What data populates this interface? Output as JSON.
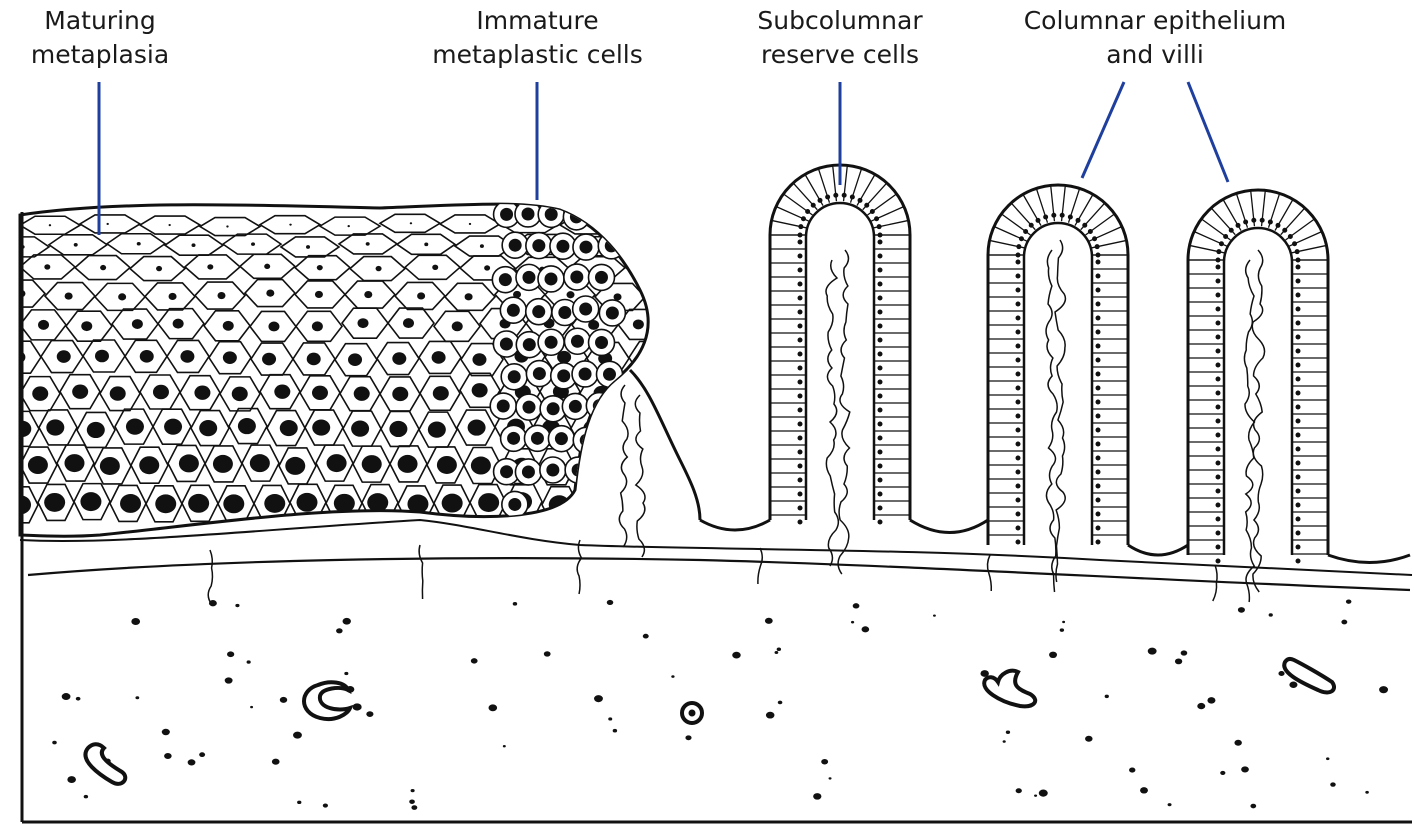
{
  "labels": {
    "maturing": [
      "Maturing",
      "metaplasia"
    ],
    "immature": [
      "Immature",
      "metaplastic cells"
    ],
    "subcolumnar": [
      "Subcolumnar",
      "reserve cells"
    ],
    "columnar": [
      "Columnar epithelium",
      "and villi"
    ]
  },
  "colors": {
    "leader": "#1f3f9e",
    "ink": "#111111",
    "background": "#ffffff"
  }
}
